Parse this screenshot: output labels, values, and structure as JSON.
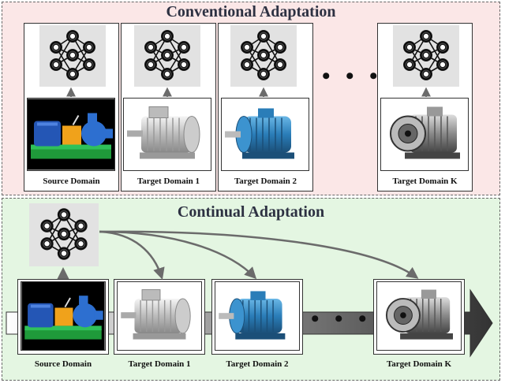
{
  "conventional": {
    "title": "Conventional Adaptation",
    "domains": [
      {
        "caption": "Source Domain",
        "image": "pump-motor"
      },
      {
        "caption": "Target Domain 1",
        "image": "motor-silver"
      },
      {
        "caption": "Target Domain 2",
        "image": "motor-blue"
      },
      {
        "caption": "Target Domain K",
        "image": "motor-gray"
      }
    ],
    "ellipsis": "• • •"
  },
  "continual": {
    "title": "Continual Adaptation",
    "domains": [
      {
        "caption": "Source Domain",
        "image": "pump-motor"
      },
      {
        "caption": "Target Domain 1",
        "image": "motor-silver"
      },
      {
        "caption": "Target Domain 2",
        "image": "motor-blue"
      },
      {
        "caption": "Target Domain K",
        "image": "motor-gray"
      }
    ],
    "ellipsis": "• • •"
  },
  "colors": {
    "conventional_bg": "#fbe7e7",
    "continual_bg": "#e4f6e2",
    "arrow": "#6b6b6b",
    "title": "#2d3142"
  }
}
